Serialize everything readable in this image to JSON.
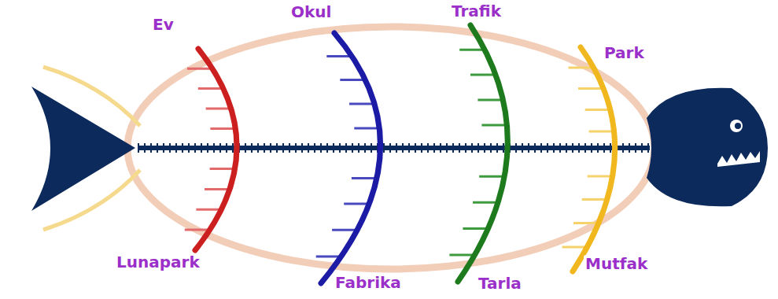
{
  "diagram": {
    "labels": [
      "Ev",
      "Okul",
      "Trafik",
      "Park",
      "Lunapark",
      "Fabrika",
      "Tarla",
      "Mutfak"
    ]
  }
}
